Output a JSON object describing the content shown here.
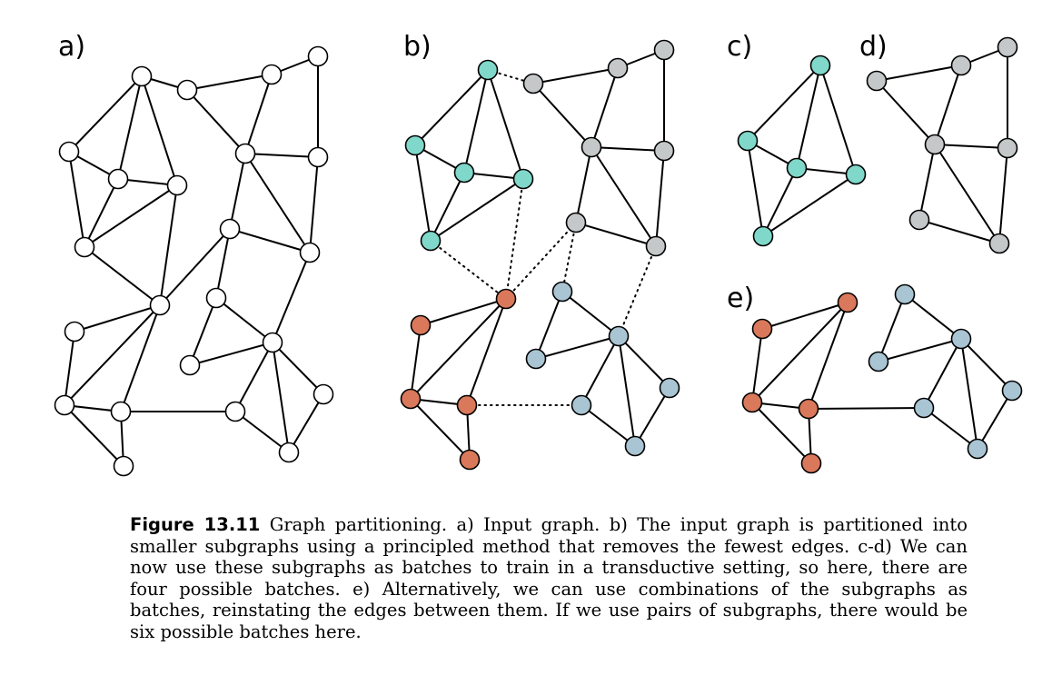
{
  "panels": [
    {
      "id": "a",
      "label": "a)"
    },
    {
      "id": "b",
      "label": "b)"
    },
    {
      "id": "c",
      "label": "c)"
    },
    {
      "id": "d",
      "label": "d)"
    },
    {
      "id": "e",
      "label": "e)"
    }
  ],
  "colors": {
    "unassigned": "#ffffff",
    "teal": "#7fd8c9",
    "gray": "#c4c8c9",
    "orange": "#d9785a",
    "blue": "#a9c4d2"
  },
  "caption": {
    "figure_label": "Figure 13.11",
    "text": " Graph partitioning. a) Input graph. b) The input graph is partitioned into smaller subgraphs using a principled method that removes the fewest edges. c-d) We can now use these subgraphs as batches to train in a transductive setting, so here, there are four possible batches. e) Alternatively, we can use combinations of the subgraphs as batches, reinstating the edges between them. If we use pairs of subgraphs, there would be six possible batches here."
  }
}
